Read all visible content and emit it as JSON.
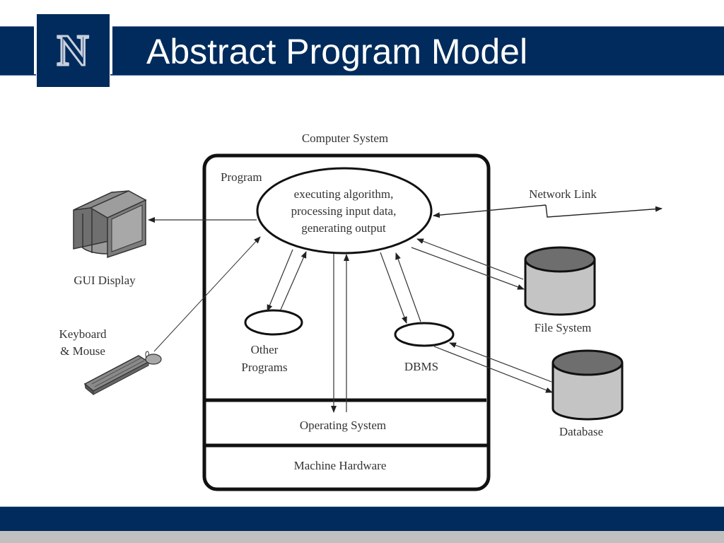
{
  "slide": {
    "title": "Abstract Program Model",
    "logo_letter": "N",
    "colors": {
      "brand_navy": "#002b5c",
      "logo_letter_fill": "#c8d0dc",
      "footer_gray": "#c0c0c0",
      "cylinder_top": "#6e6e6e",
      "cylinder_body": "#c4c4c4"
    }
  },
  "diagram": {
    "system_label": "Computer System",
    "program_label": "Program",
    "core_lines": [
      "executing algorithm,",
      "processing input data,",
      "generating output"
    ],
    "other_programs_lines": [
      "Other",
      "Programs"
    ],
    "dbms_label": "DBMS",
    "os_label": "Operating System",
    "hardware_label": "Machine Hardware",
    "gui_label": "GUI Display",
    "keyboard_lines": [
      "Keyboard",
      "& Mouse"
    ],
    "network_label": "Network Link",
    "file_system_label": "File System",
    "database_label": "Database",
    "icons": [
      "monitor-icon",
      "keyboard-mouse-icon",
      "file-system-cylinder-icon",
      "database-cylinder-icon"
    ]
  }
}
